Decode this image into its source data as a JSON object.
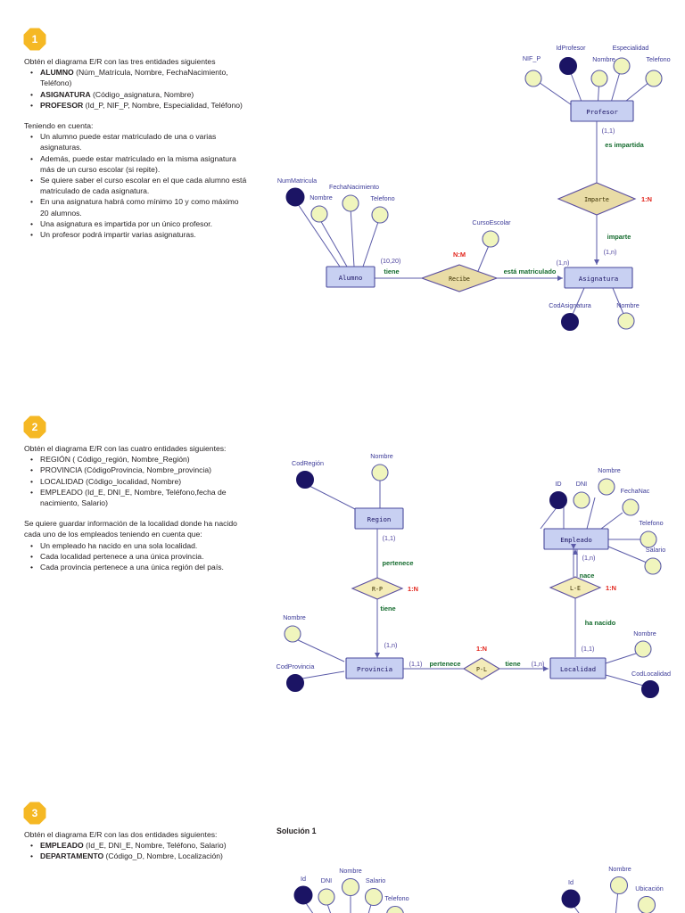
{
  "document": {
    "page_background": "#ffffff",
    "palette": {
      "badge": "#f5b824",
      "entity_fill": "#c8d0f2",
      "entity_stroke": "#4a4a9c",
      "attribute_fill": "#f0f5bd",
      "key_attribute_fill": "#1b1464",
      "relationship_fill": "#e9dca6",
      "verb_label": "#146b2e",
      "ratio_label": "#e2231a",
      "cardinality_label": "#4a3f9c"
    }
  },
  "sections": [
    {
      "badge": "1",
      "intro": "Obtén el diagrama E/R con las tres entidades siguientes",
      "entities": [
        {
          "name": "ALUMNO",
          "attrs": "(Núm_Matrícula, Nombre, FechaNacimiento, Teléfono)"
        },
        {
          "name": "ASIGNATURA",
          "attrs": "(Código_asignatura, Nombre)"
        },
        {
          "name": "PROFESOR",
          "attrs": "(Id_P, NIF_P, Nombre, Especialidad, Teléfono)"
        }
      ],
      "constraints_title": "Teniendo en cuenta:",
      "constraints": [
        "Un alumno puede estar matriculado de una o varias asignaturas.",
        "Además, puede estar matriculado en la misma asignatura más de un curso escolar (si repite).",
        "Se quiere saber el curso escolar en el que cada alumno está matriculado de cada asignatura.",
        "En una asignatura habrá como mínimo 10 y como máximo 20 alumnos.",
        "Una asignatura es impartida por un único profesor.",
        "Un profesor podrá impartir varias asignaturas."
      ]
    },
    {
      "badge": "2",
      "intro": "Obtén el diagrama E/R con las cuatro entidades siguientes:",
      "entities": [
        {
          "name": "REGIÓN",
          "attrs": "( Código_región, Nombre_Región)"
        },
        {
          "name": "PROVINCIA",
          "attrs": "(CódigoProvincia, Nombre_provincia)"
        },
        {
          "name": "LOCALIDAD",
          "attrs": "(Código_localidad, Nombre)"
        },
        {
          "name": "EMPLEADO",
          "attrs": "(Id_E, DNI_E, Nombre, Teléfono,fecha de nacimiento, Salario)"
        }
      ],
      "constraints_title": "Se quiere guardar información de la localidad donde ha nacido cada uno de los empleados teniendo en cuenta que:",
      "constraints": [
        "Un empleado ha nacido en una sola localidad.",
        "Cada localidad pertenece a una única provincia.",
        "Cada provincia pertenece a una única región del país."
      ]
    },
    {
      "badge": "3",
      "intro": "Obtén el diagrama E/R con las dos entidades siguientes:",
      "entities": [
        {
          "name": "EMPLEADO",
          "attrs": "(Id_E, DNI_E, Nombre, Teléfono, Salario)"
        },
        {
          "name": "DEPARTAMENTO",
          "attrs": "(Código_D, Nombre, Localización)"
        }
      ],
      "constraints_title": "",
      "constraints": [],
      "solution_label": "Solución 1"
    }
  ],
  "diagram1": {
    "entities": [
      {
        "id": "profesor",
        "label": "Profesor"
      },
      {
        "id": "alumno",
        "label": "Alumno"
      },
      {
        "id": "asignatura",
        "label": "Asignatura"
      }
    ],
    "relationships": [
      {
        "id": "imparte",
        "label": "Imparte",
        "ratio": "1:N"
      },
      {
        "id": "recibe",
        "label": "Recibe",
        "ratio": "N:M"
      }
    ],
    "attributes": [
      {
        "for": "profesor",
        "label": "NIF_P",
        "key": false
      },
      {
        "for": "profesor",
        "label": "IdProfesor",
        "key": true
      },
      {
        "for": "profesor",
        "label": "Nombre",
        "key": false
      },
      {
        "for": "profesor",
        "label": "Especialidad",
        "key": false
      },
      {
        "for": "profesor",
        "label": "Telefono",
        "key": false
      },
      {
        "for": "alumno",
        "label": "NumMatricula",
        "key": true
      },
      {
        "for": "alumno",
        "label": "Nombre",
        "key": false
      },
      {
        "for": "alumno",
        "label": "FechaNacimiento",
        "key": false
      },
      {
        "for": "alumno",
        "label": "Telefono",
        "key": false
      },
      {
        "for": "recibe",
        "label": "CursoEscolar",
        "key": false
      },
      {
        "for": "asignatura",
        "label": "CodAsignatura",
        "key": true
      },
      {
        "for": "asignatura",
        "label": "Nombre",
        "key": false
      }
    ],
    "edge_labels": {
      "profesor_imparte_card": "(1,1)",
      "profesor_imparte_verb": "es impartida",
      "imparte_asignatura_verb": "imparte",
      "imparte_asignatura_card": "(1,n)",
      "asignatura_recibe_card": "(1,n)",
      "recibe_alumno_verb": "tiene",
      "recibe_asignatura_verb": "está matriculado",
      "alumno_recibe_card": "(10,20)"
    }
  },
  "diagram2": {
    "entities": [
      {
        "id": "region",
        "label": "Region"
      },
      {
        "id": "empleado",
        "label": "Empleado"
      },
      {
        "id": "provincia",
        "label": "Provincia"
      },
      {
        "id": "localidad",
        "label": "Localidad"
      }
    ],
    "relationships": [
      {
        "id": "rp",
        "label": "R-P",
        "ratio": "1:N"
      },
      {
        "id": "le",
        "label": "L-E",
        "ratio": "1:N"
      },
      {
        "id": "pl",
        "label": "P-L",
        "ratio": "1:N"
      }
    ],
    "attributes": [
      {
        "for": "region",
        "label": "CodRegión",
        "key": true
      },
      {
        "for": "region",
        "label": "Nombre",
        "key": false
      },
      {
        "for": "empleado",
        "label": "ID",
        "key": true
      },
      {
        "for": "empleado",
        "label": "DNI",
        "key": false
      },
      {
        "for": "empleado",
        "label": "Nombre",
        "key": false
      },
      {
        "for": "empleado",
        "label": "FechaNac",
        "key": false
      },
      {
        "for": "empleado",
        "label": "Telefono",
        "key": false
      },
      {
        "for": "empleado",
        "label": "Salario",
        "key": false
      },
      {
        "for": "provincia",
        "label": "Nombre",
        "key": false
      },
      {
        "for": "provincia",
        "label": "CodProvincia",
        "key": true
      },
      {
        "for": "localidad",
        "label": "Nombre",
        "key": false
      },
      {
        "for": "localidad",
        "label": "CodLocalidad",
        "key": true
      }
    ],
    "edge_labels": {
      "region_rp_card": "(1,1)",
      "region_rp_verb": "pertenece",
      "rp_provincia_verb": "tiene",
      "rp_provincia_card": "(1,n)",
      "empleado_le_card": "(1,n)",
      "empleado_le_verb": "nace",
      "le_localidad_verb": "ha nacido",
      "le_localidad_card": "(1,1)",
      "provincia_pl_card": "(1,1)",
      "provincia_pl_verb": "pertenece",
      "pl_localidad_verb": "tiene",
      "pl_localidad_card": "(1,n)"
    }
  },
  "diagram3": {
    "attributes_left": [
      {
        "label": "Id",
        "key": true
      },
      {
        "label": "DNI",
        "key": false
      },
      {
        "label": "Nombre",
        "key": false
      },
      {
        "label": "Salario",
        "key": false
      },
      {
        "label": "Telefono",
        "key": false
      }
    ],
    "attributes_right": [
      {
        "label": "Id",
        "key": true
      },
      {
        "label": "Nombre",
        "key": false
      },
      {
        "label": "Ubicación",
        "key": false
      }
    ]
  }
}
